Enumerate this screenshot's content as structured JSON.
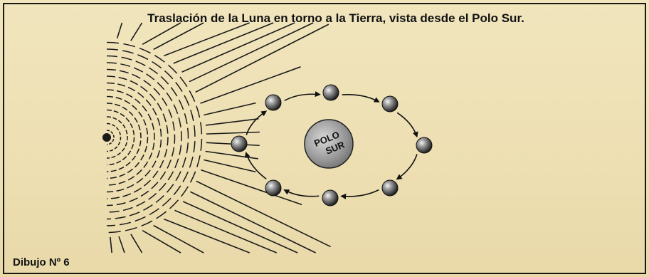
{
  "title": "Traslación de la Luna en torno a la Tierra, vista desde el Polo Sur.",
  "caption": "Dibujo Nº 6",
  "pole_label": {
    "line1": "POLO",
    "line2": "SUR"
  },
  "moon_count": 8,
  "colors": {
    "background": "#efe2b7",
    "ink": "#111111"
  }
}
